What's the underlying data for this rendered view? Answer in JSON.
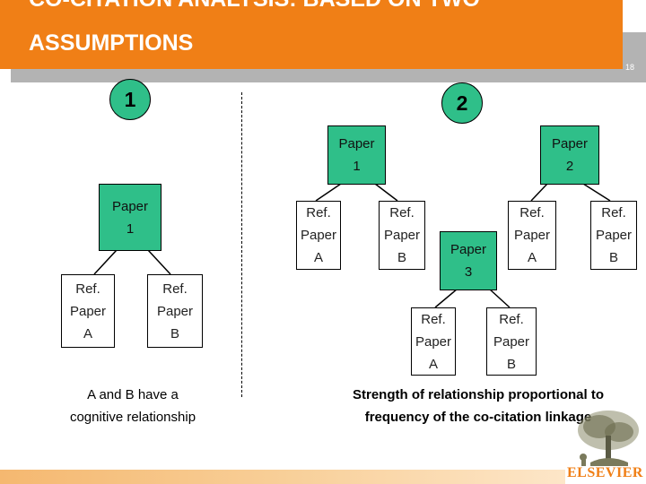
{
  "header": {
    "title_line_1": "CO-CITATION ANALYSIS: BASED ON TWO",
    "title_line_2": "ASSUMPTIONS",
    "page_number": "18"
  },
  "colors": {
    "accent": "#f07f16",
    "node_fill": "#2fbf89",
    "header_shadow": "#b3b3b3"
  },
  "assumption_1": {
    "number": "1",
    "citing_paper": [
      "Paper",
      "1"
    ],
    "ref_a": [
      "Ref.",
      "Paper",
      "A"
    ],
    "ref_b": [
      "Ref.",
      "Paper",
      "B"
    ],
    "caption": [
      "A and B have a",
      "cognitive relationship"
    ]
  },
  "assumption_2": {
    "number": "2",
    "citing_paper_1": [
      "Paper",
      "1"
    ],
    "citing_paper_2": [
      "Paper",
      "2"
    ],
    "citing_paper_3": [
      "Paper",
      "3"
    ],
    "p1_ref_a": [
      "Ref.",
      "Paper",
      "A"
    ],
    "p1_ref_b": [
      "Ref.",
      "Paper",
      "B"
    ],
    "p2_ref_a": [
      "Ref.",
      "Paper",
      "A"
    ],
    "p2_ref_b": [
      "Ref.",
      "Paper",
      "B"
    ],
    "p3_ref_a": [
      "Ref.",
      "Paper",
      "A"
    ],
    "p3_ref_b": [
      "Ref.",
      "Paper",
      "B"
    ],
    "caption": [
      "Strength of relationship proportional to",
      "frequency of the co-citation linkage"
    ]
  },
  "logo": {
    "text": "ELSEVIER",
    "icon": "elsevier-tree-icon"
  }
}
